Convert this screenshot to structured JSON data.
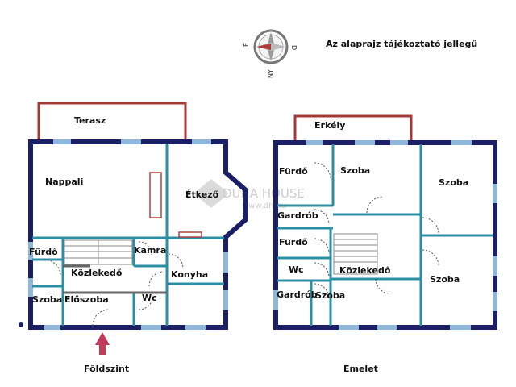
{
  "note": "Az alaprajz tájékoztató jellegű",
  "compass": {
    "letters": [
      "É",
      "D",
      "NY"
    ]
  },
  "watermark": {
    "brand": "DUNA HOUSE",
    "url": "www.dh.hu"
  },
  "ground_floor": {
    "title": "Földszint",
    "rooms": {
      "terasz": "Terasz",
      "nappali": "Nappali",
      "etkezo": "Étkező",
      "furdo": "Fürdő",
      "kamra": "Kamra",
      "kozlekedo": "Közlekedő",
      "konyha": "Konyha",
      "szoba": "Szoba",
      "eloszoba": "Előszoba",
      "wc": "Wc"
    }
  },
  "upper_floor": {
    "title": "Emelet",
    "rooms": {
      "erkely": "Erkély",
      "furdo1": "Fürdő",
      "szoba1": "Szoba",
      "szoba2": "Szoba",
      "gardrob1": "Gardrób",
      "furdo2": "Fürdő",
      "wc": "Wc",
      "kozlekedo": "Közlekedő",
      "szoba3": "Szoba",
      "gardrob2": "Gardrób",
      "szoba4": "Szoba"
    }
  },
  "colors": {
    "outer_wall": "#1a1f66",
    "inner_wall": "#2a8fa3",
    "balcony": "#a33a3a",
    "door": "#666666",
    "window": "#8fb7d9",
    "entrance_arrow": "#c43a5a"
  }
}
